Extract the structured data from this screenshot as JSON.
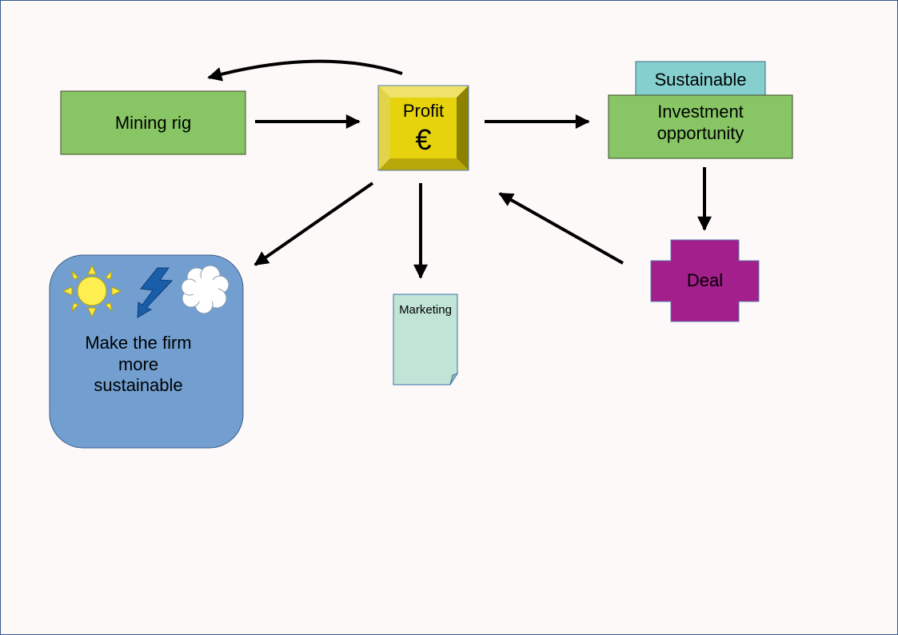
{
  "nodes": {
    "mining_rig": {
      "label": "Mining rig",
      "color": "#88c665"
    },
    "profit": {
      "label": "Profit",
      "symbol": "€",
      "color": "#e6d30d"
    },
    "sustainable_tab": {
      "label": "Sustainable",
      "color": "#85d0cf"
    },
    "investment": {
      "label_line1": "Investment",
      "label_line2": "opportunity",
      "color": "#88c665"
    },
    "deal": {
      "label": "Deal",
      "color": "#a21f8c"
    },
    "marketing": {
      "label": "Marketing",
      "color": "#c0e4d6"
    },
    "sustainability": {
      "label_line1": "Make the firm",
      "label_line2": "more",
      "label_line3": "sustainable",
      "color": "#729fcf",
      "icons": [
        "sun-icon",
        "lightning-icon",
        "cloud-icon"
      ]
    }
  },
  "colors": {
    "arrow": "#000000",
    "page_border": "#355a8a",
    "page_background": "#fdf9f8"
  }
}
